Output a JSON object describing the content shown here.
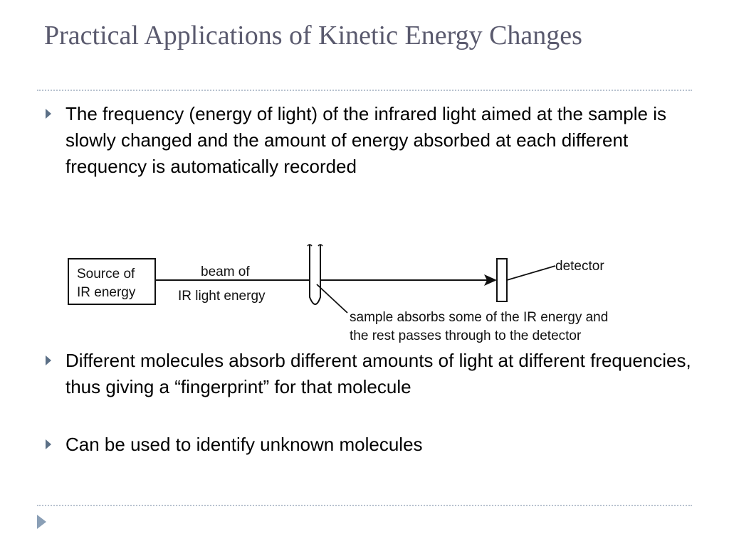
{
  "slide": {
    "title": "Practical Applications of Kinetic Energy Changes",
    "bullets": [
      {
        "text": "The frequency (energy of light) of the infrared light aimed at the sample is slowly changed and the amount of energy absorbed at each different frequency is automatically recorded",
        "icon": "triangle-bullet-icon"
      },
      {
        "text": "Different molecules absorb different amounts of light at different frequencies, thus giving a “fingerprint” for that molecule",
        "icon": "triangle-bullet-icon"
      },
      {
        "text": "Can be used to identify unknown molecules",
        "icon": "triangle-bullet-icon"
      }
    ]
  },
  "diagram": {
    "source_line1": "Source of",
    "source_line2": "IR energy",
    "beam_line1": "beam of",
    "beam_line2": "IR light energy",
    "detector": "detector",
    "sample_line1": "sample absorbs some of the IR energy and",
    "sample_line2": "the rest passes through to the detector"
  },
  "colors": {
    "title": "#5a5a6e",
    "bullet_icon": "#5b6f86",
    "rule": "#b8c2cf",
    "nav_icon": "#8a9fb6"
  },
  "nav": {
    "icon": "play-triangle-icon"
  }
}
